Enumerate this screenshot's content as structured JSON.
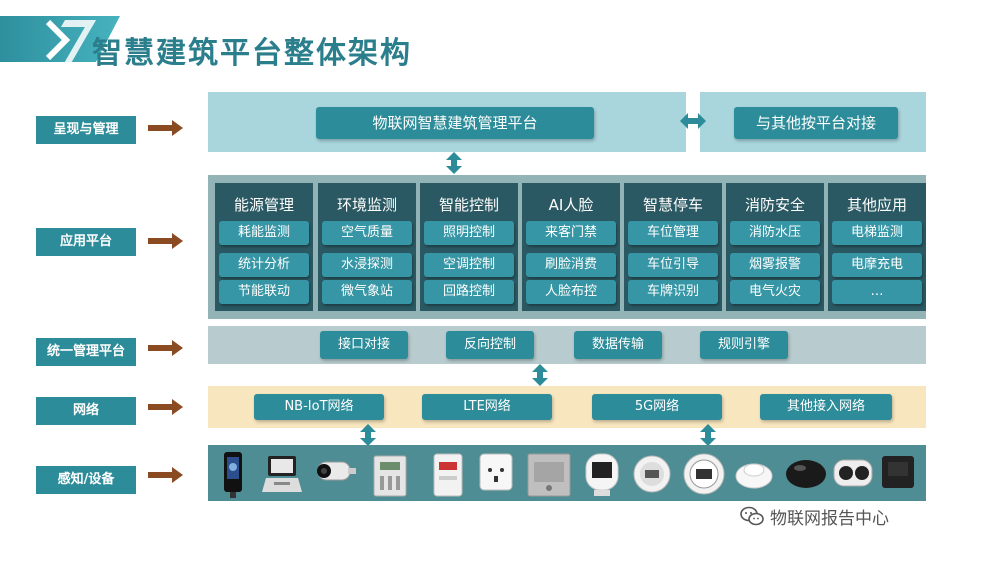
{
  "title": "智慧建筑平台整体架构",
  "rows": [
    {
      "label": "呈现与管理"
    },
    {
      "label": "应用平台"
    },
    {
      "label": "统一管理平台"
    },
    {
      "label": "网络"
    },
    {
      "label": "感知/设备"
    }
  ],
  "presentation": {
    "main_platform": "物联网智慧建筑管理平台",
    "other_platform": "与其他按平台对接"
  },
  "application": {
    "categories": [
      {
        "title": "能源管理",
        "items": [
          "耗能监测",
          "统计分析",
          "节能联动"
        ]
      },
      {
        "title": "环境监测",
        "items": [
          "空气质量",
          "水浸探测",
          "微气象站"
        ]
      },
      {
        "title": "智能控制",
        "items": [
          "照明控制",
          "空调控制",
          "回路控制"
        ]
      },
      {
        "title": "AI人脸",
        "items": [
          "来客门禁",
          "刷脸消费",
          "人脸布控"
        ]
      },
      {
        "title": "智慧停车",
        "items": [
          "车位管理",
          "车位引导",
          "车牌识别"
        ]
      },
      {
        "title": "消防安全",
        "items": [
          "消防水压",
          "烟雾报警",
          "电气火灾"
        ]
      },
      {
        "title": "其他应用",
        "items": [
          "电梯监测",
          "电摩充电",
          "…"
        ]
      }
    ]
  },
  "unified": {
    "items": [
      "接口对接",
      "反向控制",
      "数据传输",
      "规则引擎"
    ]
  },
  "network": {
    "items": [
      "NB-IoT网络",
      "LTE网络",
      "5G网络",
      "其他接入网络"
    ]
  },
  "devices": [
    {
      "icon": "face-terminal-icon"
    },
    {
      "icon": "pos-terminal-icon"
    },
    {
      "icon": "camera-icon"
    },
    {
      "icon": "electric-meter-icon"
    },
    {
      "icon": "smart-meter-icon"
    },
    {
      "icon": "smart-socket-icon"
    },
    {
      "icon": "gateway-panel-icon"
    },
    {
      "icon": "thermo-hygrometer-icon"
    },
    {
      "icon": "thermometer-display-icon"
    },
    {
      "icon": "temperature-sensor-icon"
    },
    {
      "icon": "smoke-detector-icon"
    },
    {
      "icon": "water-sensor-icon"
    },
    {
      "icon": "dual-sensor-icon"
    },
    {
      "icon": "controller-box-icon"
    }
  ],
  "footer": {
    "text": "物联网报告中心",
    "icon": "wechat-icon"
  },
  "colors": {
    "accent": "#2d8c9a",
    "title": "#2b7f8c",
    "presentation_bg": "#a9d6dd",
    "application_bg": "#93b4b7",
    "category_bg": "#2b5963",
    "unified_bg": "#b8cccf",
    "network_bg": "#f8e6be",
    "devices_bg": "#4f8d94"
  }
}
